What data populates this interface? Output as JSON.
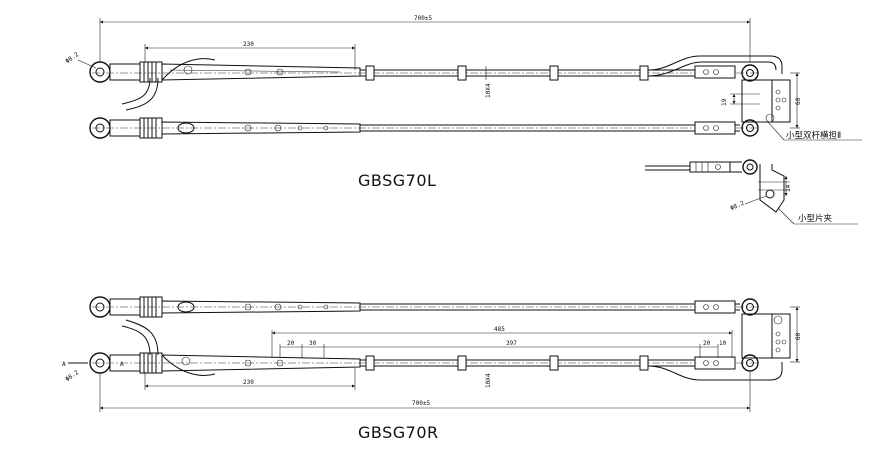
{
  "top_view": {
    "title": "GBSG70L",
    "overall_dim": "700±5",
    "blade_dim": "230",
    "tube_dim": "10X4",
    "bracket_dim_a": "19",
    "bracket_dim_b": "60",
    "hole_dim": "Φ8.2",
    "assembly_label": "小型双杆横担Ⅱ"
  },
  "clip_detail": {
    "hole_dim": "Φ8.2",
    "width_dim": "14",
    "label": "小型片夹"
  },
  "bottom_view": {
    "title": "GBSG70R",
    "overall_dim": "700±5",
    "blade_dim": "230",
    "span_dim": "485",
    "inner_dim": "397",
    "left_dim_a": "20",
    "left_dim_b": "30",
    "right_dim_a": "20",
    "right_dim_b": "10",
    "tube_dim": "10X4",
    "bracket_dim": "60",
    "hole_dim": "Φ8.2",
    "section_mark": "A"
  }
}
